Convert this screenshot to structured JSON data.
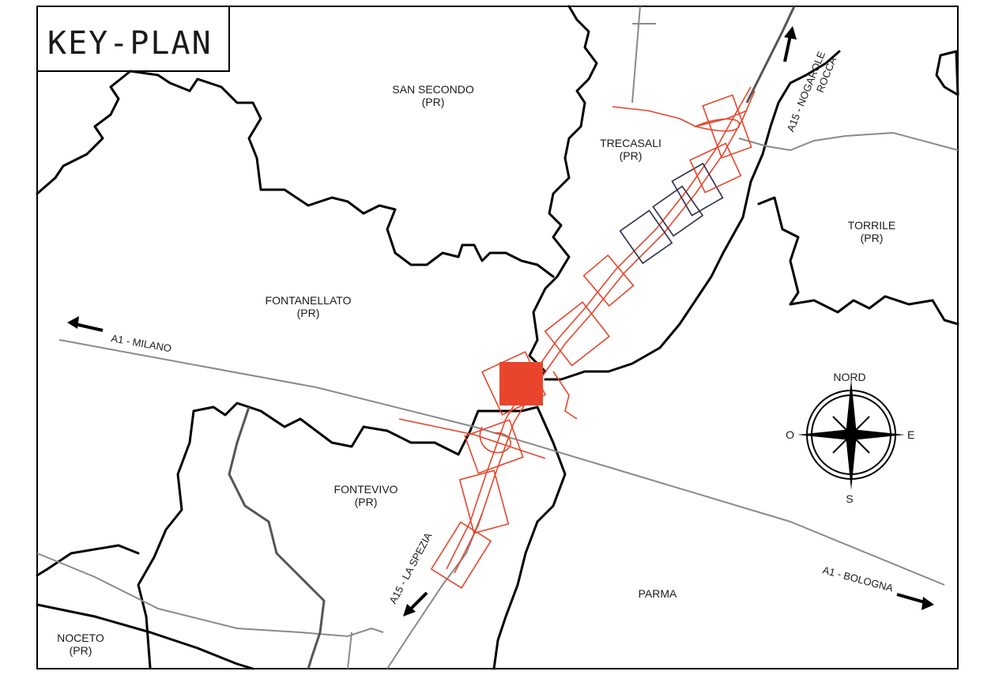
{
  "map": {
    "title": "KEY-PLAN",
    "municipalities": {
      "san_secondo": [
        "SAN SECONDO",
        "(PR)"
      ],
      "trecasali": [
        "TRECASALI",
        "(PR)"
      ],
      "torrile": [
        "TORRILE",
        "(PR)"
      ],
      "fontanellato": [
        "FONTANELLATO",
        "(PR)"
      ],
      "fontevivo": [
        "FONTEVIVO",
        "(PR)"
      ],
      "parma": [
        "PARMA"
      ],
      "noceto": [
        "NOCETO",
        "(PR)"
      ]
    },
    "roads": {
      "a1_milano": "A1 - MILANO",
      "a1_bologna": "A1 - BOLOGNA",
      "a15_nogarole_line1": "A15 - NOGAROLE",
      "a15_nogarole_line2": "ROCCA",
      "a15_la_spezia": "A15 - LA SPEZIA"
    },
    "compass": {
      "north": "NORD",
      "south": "S",
      "east": "E",
      "west": "O"
    },
    "colors": {
      "project": "#e8452c",
      "boundary": "#000000",
      "road": "#8a8a8a",
      "navy_box": "#2b2f4a"
    }
  }
}
